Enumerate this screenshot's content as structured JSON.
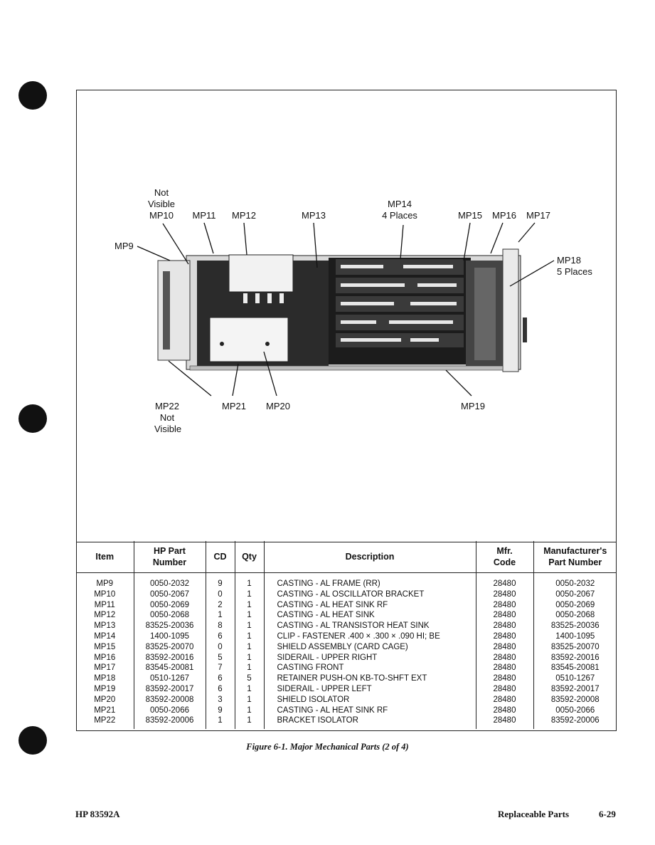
{
  "figure": {
    "callouts": {
      "mp10_note": [
        "Not",
        "Visible"
      ],
      "mp9": "MP9",
      "mp10": "MP10",
      "mp11": "MP11",
      "mp12": "MP12",
      "mp13": "MP13",
      "mp14": "MP14",
      "mp14_note": "4 Places",
      "mp15": "MP15",
      "mp16": "MP16",
      "mp17": "MP17",
      "mp18": "MP18",
      "mp18_note": "5 Places",
      "mp19": "MP19",
      "mp20": "MP20",
      "mp21": "MP21",
      "mp22": "MP22",
      "mp22_note": [
        "Not",
        "Visible"
      ]
    }
  },
  "table": {
    "headers": {
      "item": "Item",
      "hp_part": [
        "HP Part",
        "Number"
      ],
      "cd": "CD",
      "qty": "Qty",
      "description": "Description",
      "mfr_code": [
        "Mfr.",
        "Code"
      ],
      "mfr_part": [
        "Manufacturer's",
        "Part Number"
      ]
    },
    "rows": [
      {
        "item": "MP9",
        "hp_part": "0050-2032",
        "cd": "9",
        "qty": "1",
        "description": "CASTING - AL FRAME (RR)",
        "mfr_code": "28480",
        "mfr_part": "0050-2032"
      },
      {
        "item": "MP10",
        "hp_part": "0050-2067",
        "cd": "0",
        "qty": "1",
        "description": "CASTING - AL OSCILLATOR BRACKET",
        "mfr_code": "28480",
        "mfr_part": "0050-2067"
      },
      {
        "item": "MP11",
        "hp_part": "0050-2069",
        "cd": "2",
        "qty": "1",
        "description": "CASTING - AL HEAT SINK RF",
        "mfr_code": "28480",
        "mfr_part": "0050-2069"
      },
      {
        "item": "MP12",
        "hp_part": "0050-2068",
        "cd": "1",
        "qty": "1",
        "description": "CASTING - AL HEAT SINK",
        "mfr_code": "28480",
        "mfr_part": "0050-2068"
      },
      {
        "item": "MP13",
        "hp_part": "83525-20036",
        "cd": "8",
        "qty": "1",
        "description": "CASTING - AL TRANSISTOR HEAT SINK",
        "mfr_code": "28480",
        "mfr_part": "83525-20036"
      },
      {
        "item": "MP14",
        "hp_part": "1400-1095",
        "cd": "6",
        "qty": "1",
        "description": "CLIP - FASTENER .400 × .300 × .090 HI; BE",
        "mfr_code": "28480",
        "mfr_part": "1400-1095"
      },
      {
        "item": "MP15",
        "hp_part": "83525-20070",
        "cd": "0",
        "qty": "1",
        "description": "SHIELD ASSEMBLY (CARD CAGE)",
        "mfr_code": "28480",
        "mfr_part": "83525-20070"
      },
      {
        "item": "MP16",
        "hp_part": "83592-20016",
        "cd": "5",
        "qty": "1",
        "description": "SIDERAIL - UPPER RIGHT",
        "mfr_code": "28480",
        "mfr_part": "83592-20016"
      },
      {
        "item": "MP17",
        "hp_part": "83545-20081",
        "cd": "7",
        "qty": "1",
        "description": "CASTING FRONT",
        "mfr_code": "28480",
        "mfr_part": "83545-20081"
      },
      {
        "item": "MP18",
        "hp_part": "0510-1267",
        "cd": "6",
        "qty": "5",
        "description": "RETAINER PUSH-ON KB-TO-SHFT EXT",
        "mfr_code": "28480",
        "mfr_part": "0510-1267"
      },
      {
        "item": "MP19",
        "hp_part": "83592-20017",
        "cd": "6",
        "qty": "1",
        "description": "SIDERAIL - UPPER LEFT",
        "mfr_code": "28480",
        "mfr_part": "83592-20017"
      },
      {
        "item": "MP20",
        "hp_part": "83592-20008",
        "cd": "3",
        "qty": "1",
        "description": "SHIELD ISOLATOR",
        "mfr_code": "28480",
        "mfr_part": "83592-20008"
      },
      {
        "item": "MP21",
        "hp_part": "0050-2066",
        "cd": "9",
        "qty": "1",
        "description": "CASTING - AL HEAT SINK RF",
        "mfr_code": "28480",
        "mfr_part": "0050-2066"
      },
      {
        "item": "MP22",
        "hp_part": "83592-20006",
        "cd": "1",
        "qty": "1",
        "description": "BRACKET ISOLATOR",
        "mfr_code": "28480",
        "mfr_part": "83592-20006"
      }
    ]
  },
  "caption": "Figure 6-1.  Major Mechanical Parts (2 of 4)",
  "footer": {
    "model": "HP 83592A",
    "section": "Replaceable Parts",
    "page": "6-29"
  }
}
